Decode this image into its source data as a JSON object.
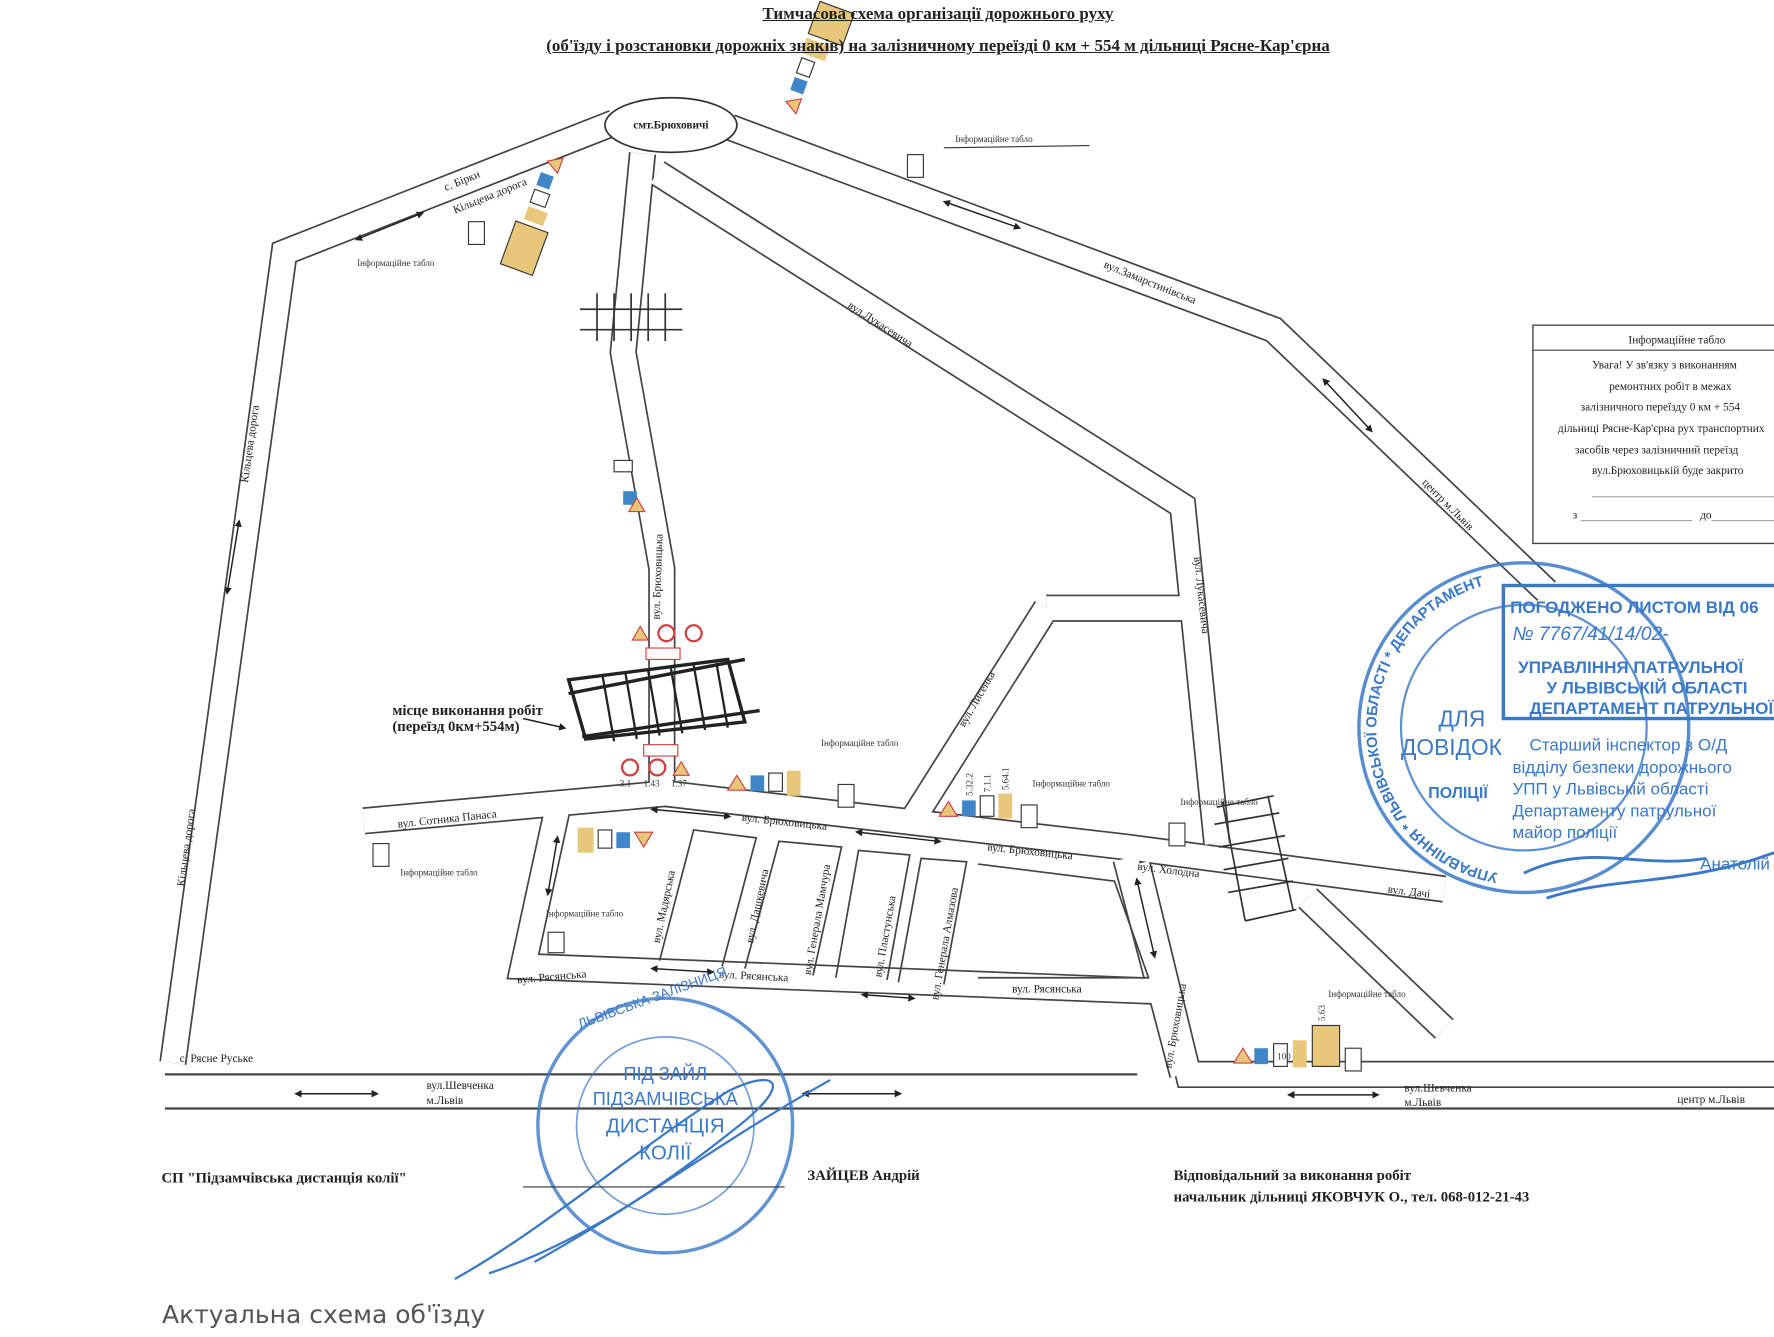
{
  "title": {
    "line1": "Тимчасова схема організації дорожнього руху",
    "line2": "(об'їзду і розстановки дорожніх знаків) на залізничному переїзді 0 км + 554 м дільниці Рясне-Кар'єрна"
  },
  "places": {
    "settlement": "смт.Брюховичі",
    "birky": "с. Бірки",
    "ring_road_top": "Кільцева дорога",
    "ring_road_left": "Кільцева дорога",
    "ring_road_bottom": "Кільцева дорога",
    "zamarstynivska": "вул.Замарстинівська",
    "lukasevycha_top": "вул.Лукасевича",
    "lukasevycha_right": "вул. Лукасевича",
    "briukhovytska_vertical": "вул. Брюховицька",
    "lysenka": "вул. Лисенка",
    "center_lviv": "центр м.Львів",
    "sotnyka_panasa": "вул. Сотника Панаса",
    "briukhovytska_1": "вул. Брюховицька",
    "briukhovytska_2": "вул. Брюховицька",
    "kholodna": "вул. Холодна",
    "dachi": "вул. Дачі",
    "raisynska_1": "вул. Рясянська",
    "raisynska_2": "вул. Рясянська",
    "raisynska_3": "вул. Рясянська",
    "madyarska": "вул. Мадярська",
    "dashkevycha": "вул. Дашкевича",
    "gen_mamchura": "вул. Генерала Мамчура",
    "plastunska": "вул. Пластунська",
    "gen_almazova": "вул. Генерала Алмазова",
    "briukhovytska_south": "вул. Брюховицька",
    "ryasne_ruske": "с. Рясне Руське",
    "shevchenka_left": "вул.Шевченка",
    "lviv_left": "м.Львів",
    "shevchenka_right": "вул.Шевченка",
    "lviv_right": "м.Львів",
    "center_lviv_bottom": "центр м.Львів",
    "works_site_1": "місце виконання робіт",
    "works_site_2": "(переїзд 0км+554м)"
  },
  "info_board_label": "Інформаційне табло",
  "info_board": {
    "title": "Інформаційне табло",
    "lines": [
      "Увага! У зв'язку з виконанням",
      "ремонтних робіт в межах",
      "залізничного переїзду 0 км + 554",
      "дільниці Рясне-Кар'єрна рух транспортних",
      "засобів через залізничний переїзд",
      "вул.Брюховицькій буде закрито"
    ],
    "from": "з",
    "to": "до"
  },
  "sign_codes": [
    "1.37",
    "5.32.2",
    "7.1.1",
    "5.64.1",
    "5.63",
    "3.1",
    "1.43",
    "100"
  ],
  "stamp_right": {
    "agreed": "ПОГОДЖЕНО ЛИСТОМ ВІД 06",
    "number": "№ 7767/41/14/02-",
    "dept1": "УПРАВЛІННЯ ПАТРУЛЬНОЇ",
    "dept2": "У ЛЬВІВСЬКІЙ ОБЛАСТІ",
    "dept3": "ДЕПАРТАМЕНТ ПАТРУЛЬНОЇ",
    "ring_outer": "УПРАВЛІННЯ * ЛЬВІВСЬКОЇ ОБЛАСТІ * ДЕПАРТАМЕНТ",
    "ring_inner": "ПОЛІЦІЇ",
    "dlia": "ДЛЯ",
    "dovidok": "ДОВІДОК",
    "inspector1": "Старший інспектор з О/Д",
    "inspector2": "відділу безпеки дорожнього",
    "inspector3": "УПП у Львівській області",
    "inspector4": "Департаменту патрульної",
    "inspector5": "майор поліції",
    "name": "Анатолій"
  },
  "stamp_left": {
    "l1": "ПІД ЗАЙЛ",
    "l2": "ПІДЗАМЧІВСЬКА",
    "l3": "ДИСТАНЦІЯ",
    "l4": "КОЛІЇ",
    "ring": "ЛЬВІВСЬКА ЗАЛІЗНИЦЯ"
  },
  "signatures": {
    "org": "СП \"Підзамчівська дистанція колії\"",
    "person": "ЗАЙЦЕВ Андрій",
    "responsible1": "Відповідальний за виконання робіт",
    "responsible2": "начальник дільниці ЯКОВЧУК О., тел. 068-012-21-43"
  },
  "caption": "Актуальна схема об'їзду",
  "colors": {
    "sign_blue": "#3f86c9",
    "sign_yellow": "#e8c77a",
    "sign_red": "#d04040",
    "stamp_blue": "#3a78c8"
  }
}
